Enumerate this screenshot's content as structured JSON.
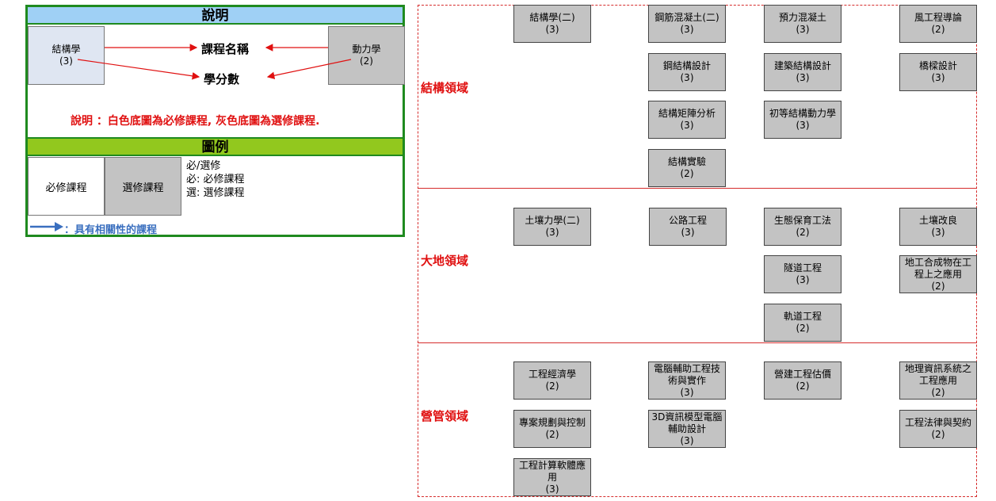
{
  "legend": {
    "title": "說明",
    "example_left": {
      "name": "結構學",
      "credits": "(3)"
    },
    "example_right": {
      "name": "動力學",
      "credits": "(2)"
    },
    "course_name_label": "課程名稱",
    "credits_label": "學分數",
    "note": "說明 ：白色底圖為必修課程, 灰色底圖為選修課程.",
    "legend_title": "圖例",
    "required_sample": "必修課程",
    "elective_sample": "選修課程",
    "desc_lines": [
      "必/選修",
      "必: 必修課程",
      "選: 選修課程"
    ],
    "relation_note": "：具有相關性的課程"
  },
  "colors": {
    "elective_fill": "#c3c3c3",
    "required_fill": "#ffffff",
    "title_bar": "#9fd0f5",
    "legend_bar": "#92c81e",
    "frame_green": "#1f8a1f",
    "accent_red": "#e01010",
    "arrow_blue": "#3a6fbf"
  },
  "domains": [
    {
      "label": "結構領域"
    },
    {
      "label": "大地領域"
    },
    {
      "label": "營管領域"
    }
  ],
  "courses": {
    "s1": {
      "name": "結構學(二)",
      "credits": "(3)",
      "type": "elective"
    },
    "s2": {
      "name": "鋼筋混凝土(二)",
      "credits": "(3)",
      "type": "elective"
    },
    "s3": {
      "name": "預力混凝土",
      "credits": "(3)",
      "type": "elective"
    },
    "s4": {
      "name": "風工程導論",
      "credits": "(2)",
      "type": "elective"
    },
    "s5": {
      "name": "鋼結構設計",
      "credits": "(3)",
      "type": "elective"
    },
    "s6": {
      "name": "建築結構設計",
      "credits": "(3)",
      "type": "elective"
    },
    "s7": {
      "name": "橋樑設計",
      "credits": "(3)",
      "type": "elective"
    },
    "s8": {
      "name": "結構矩陣分析",
      "credits": "(3)",
      "type": "elective"
    },
    "s9": {
      "name": "初等結構動力學",
      "credits": "(3)",
      "type": "elective"
    },
    "s10": {
      "name": "結構實驗",
      "credits": "(2)",
      "type": "elective"
    },
    "g1": {
      "name": "土壤力學(二)",
      "credits": "(3)",
      "type": "elective"
    },
    "g2": {
      "name": "公路工程",
      "credits": "(3)",
      "type": "elective"
    },
    "g3": {
      "name": "生態保育工法",
      "credits": "(2)",
      "type": "elective"
    },
    "g4": {
      "name": "土壤改良",
      "credits": "(3)",
      "type": "elective"
    },
    "g5": {
      "name": "隧道工程",
      "credits": "(3)",
      "type": "elective"
    },
    "g6": {
      "name": "地工合成物在工程上之應用",
      "credits": "(2)",
      "type": "elective"
    },
    "g7": {
      "name": "軌道工程",
      "credits": "(2)",
      "type": "elective"
    },
    "m1": {
      "name": "工程經濟學",
      "credits": "(2)",
      "type": "elective"
    },
    "m2": {
      "name": "電腦輔助工程技術與實作",
      "credits": "(3)",
      "type": "elective"
    },
    "m3": {
      "name": "營建工程估價",
      "credits": "(2)",
      "type": "elective"
    },
    "m4": {
      "name": "地理資訊系統之工程應用",
      "credits": "(2)",
      "type": "elective"
    },
    "m5": {
      "name": "專案規劃與控制",
      "credits": "(2)",
      "type": "elective"
    },
    "m6": {
      "name": "3D資訊模型電腦輔助設計",
      "credits": "(3)",
      "type": "elective"
    },
    "m7": {
      "name": "工程法律與契約",
      "credits": "(2)",
      "type": "elective"
    },
    "m8": {
      "name": "工程計算軟體應用",
      "credits": "(3)",
      "type": "elective"
    }
  }
}
